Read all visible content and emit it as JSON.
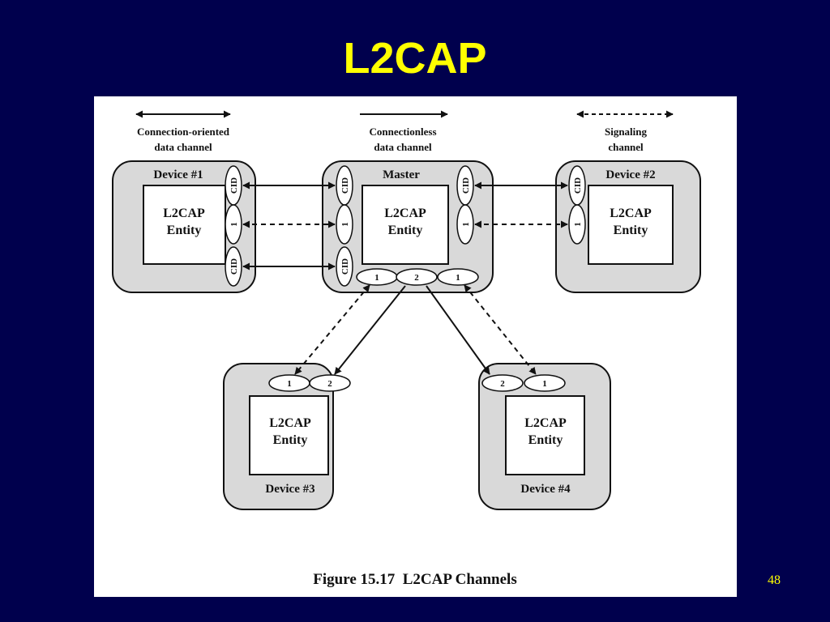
{
  "slide": {
    "title": "L2CAP",
    "page_number": "48"
  },
  "legend": {
    "connection_oriented": [
      "Connection-oriented",
      "data channel"
    ],
    "connectionless": [
      "Connectionless",
      "data channel"
    ],
    "signaling": [
      "Signaling",
      "channel"
    ]
  },
  "devices": {
    "device1": "Device #1",
    "master": "Master",
    "device2": "Device #2",
    "device3": "Device #3",
    "device4": "Device #4"
  },
  "entity": {
    "line1": "L2CAP",
    "line2": "Entity"
  },
  "ports": {
    "cid": "CID",
    "connectionless": "2",
    "signaling": "1"
  },
  "caption": "Figure 15.17  L2CAP Channels"
}
